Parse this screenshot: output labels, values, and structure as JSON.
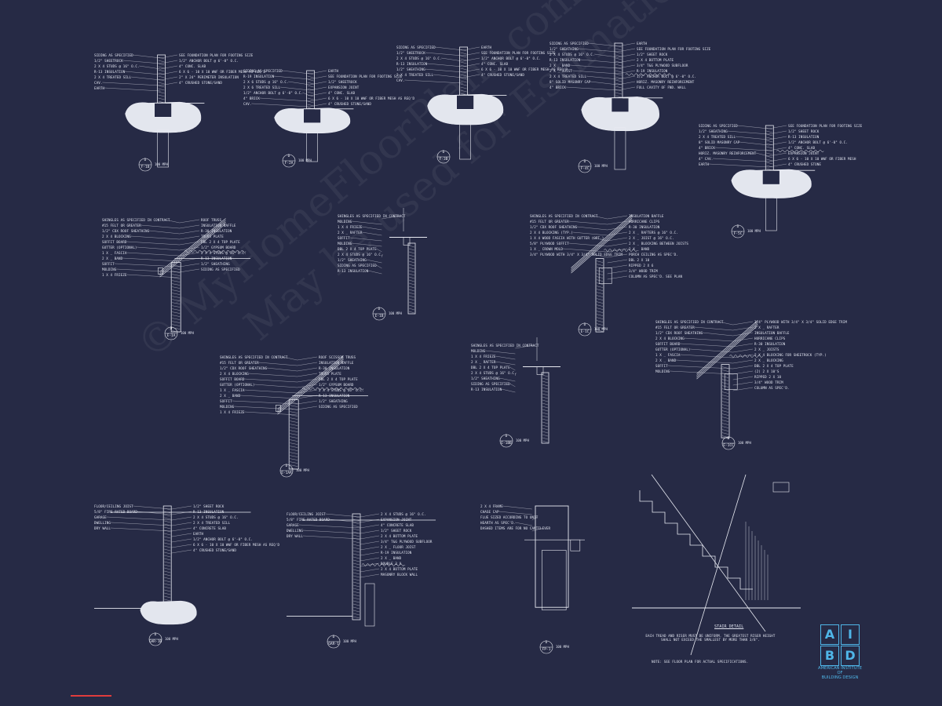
{
  "watermark": "© MyHomeFloorPlans.com — ILLEGAL to use for construction",
  "watermark_line2": "May be used for Estimations",
  "logo": {
    "letters": [
      "A",
      "I",
      "B",
      "D"
    ],
    "name_line1": "AMERICAN INSTITUTE",
    "name_line2": "OF",
    "name_line3": "BUILDING DESIGN"
  },
  "colors": {
    "background": "#262a45",
    "linework": "#e8eaf2",
    "logo": "#4fb6e8",
    "redline": "#e03c3c"
  },
  "details": [
    {
      "tag_top": "D",
      "tag_bottom": "F-1B",
      "scale": "100 MPH",
      "labels": [
        "SIDING AS SPECIFIED",
        "1/2\" SHEETROCK",
        "2 X 4 STUDS @ 16\" O.C.",
        "R-13 INSULATION",
        "2 X 4 TREATED SILL",
        "CAV.",
        "EARTH",
        "SEE FOUNDATION PLAN FOR FOOTING SIZE",
        "1/2\" ANCHOR BOLT @ 6'-0\" O.C.",
        "4\" CONC. SLAB",
        "6 X 6 - 10 X 10 WWF OR FIBER MESH AS REQ'D",
        "2\" X 24\" PERIMETER INSULATION",
        "4\" CRUSHED STONE/SAND"
      ]
    },
    {
      "tag_top": "D",
      "tag_bottom": "F-2A",
      "scale": "100 MPH",
      "labels": [
        "SIDING AS SPECIFIED",
        "R-19 INSULATION",
        "2 X 6 STUDS @ 16\" O.C.",
        "2 X 6 TREATED SILL",
        "1/2\" ANCHOR BOLT @ 6'-0\" O.C.",
        "4\" BRICK",
        "CAV.",
        "EARTH",
        "SEE FOUNDATION PLAN FOR FOOTING SIZE",
        "1/2\" SHEETROCK",
        "EXPANSION JOINT",
        "4\" CONC. SLAB",
        "6 X 6 - 10 X 10 WWF OR FIBER MESH AS REQ'D",
        "4\" CRUSHED STONE/SAND"
      ]
    },
    {
      "tag_top": "D",
      "tag_bottom": "F-3B",
      "scale": "",
      "labels": [
        "SIDING AS SPECIFIED",
        "1/2\" SHEETROCK",
        "2 X 4 STUDS @ 16\" O.C.",
        "R-13 INSULATION",
        "1/2\" SHEATHING",
        "2 X 4 TREATED SILL",
        "CAV.",
        "EARTH",
        "SEE FOUNDATION PLAN FOR FOOTING SIZE",
        "1/2\" ANCHOR BOLT @ 6'-0\" O.C.",
        "4\" CONC. SLAB",
        "6 X 6 - 10 X 10 WWF OR FIBER MESH AS REQ'D",
        "4\" CRUSHED STONE/SAND"
      ]
    },
    {
      "tag_top": "D",
      "tag_bottom": "F-4C",
      "scale": "100 MPH",
      "labels": [
        "SIDING AS SPECIFIED",
        "1/2\" SHEATHING",
        "2 X 4 STUDS @ 16\" O.C.",
        "R-13 INSULATION",
        "2 X _ BAND",
        "2 X _ JOIST",
        "2 X 4 TREATED SILL",
        "8\" SOLID MASONRY CAP",
        "4\" BRICK",
        "EARTH",
        "SEE FOUNDATION PLAN FOR FOOTING SIZE",
        "1/2\" SHEET ROCK",
        "2 X 4 BOTTOM PLATE",
        "3/4\" T&G PLYWOOD SUBFLOOR",
        "R-19 INSULATION",
        "1/2\" ANCHOR BOLT @ 6'-0\" O.C.",
        "HORIZ. MASONRY REINFORCEMENT",
        "FULL CAVITY OF FND. WALL"
      ]
    },
    {
      "tag_top": "D",
      "tag_bottom": "F-5C",
      "scale": "100 MPH",
      "labels": [
        "SIDING AS SPECIFIED",
        "1/2\" SHEATHING",
        "2 X 4 TREATED SILL",
        "8\" SOLID MASONRY CAP",
        "4\" BRICK",
        "HORIZ. MASONRY REINFORCEMENT",
        "4\" CAV.",
        "EARTH",
        "SEE FOUNDATION PLAN FOR FOOTING SIZE",
        "1/2\" SHEET ROCK",
        "R-13 INSULATION",
        "1/2\" ANCHOR BOLT @ 6'-0\" O.C.",
        "4\" CONC. SLAB",
        "EXPANSION JOINT",
        "6 X 6 - 10 X 10 WWF OR FIBER MESH",
        "4\" CRUSHED STONE"
      ]
    },
    {
      "tag_top": "D",
      "tag_bottom": "E-1A",
      "scale": "100 MPH",
      "labels": [
        "SHINGLES AS SPECIFIED IN CONTRACT",
        "#15 FELT OR GREATER",
        "1/2\" CDX ROOF SHEATHING",
        "2 X 4 BLOCKING",
        "SOFFIT BOARD",
        "GUTTER (OPTIONAL)",
        "1 X _ FASCIA",
        "2 X _ BAND",
        "SOFFIT",
        "MOLDING",
        "1 X 4 FRIEZE",
        "ROOF TRUSS",
        "INSULATION BAFFLE",
        "R-30 INSULATION",
        "TRUSS PLATE",
        "DBL 2 X 4 TOP PLATE",
        "1/2\" GYPSUM BOARD",
        "2 X 4 STUDS @ 16\" O.C.",
        "R-13 INSULATION",
        "1/2\" SHEATHING",
        "SIDING AS SPECIFIED"
      ]
    },
    {
      "tag_top": "D",
      "tag_bottom": "E-1B",
      "scale": "100 MPH",
      "labels": [
        "SHINGLES AS SPECIFIED IN CONTRACT",
        "MOLDING",
        "1 X 4 FRIEZE",
        "2 X _ RAFTER",
        "SOFFIT",
        "MOLDING",
        "DBL 2 X 4 TOP PLATE",
        "2 X 4 STUDS @ 16\" O.C.",
        "1/2\" SHEATHING",
        "SIDING AS SPECIFIED",
        "R-13 INSULATION"
      ]
    },
    {
      "tag_top": "D",
      "tag_bottom": "E-1C",
      "scale": "100 MPH",
      "labels": [
        "SHINGLES AS SPECIFIED IN CONTRACT",
        "#15 FELT OR GREATER",
        "1/2\" CDX ROOF SHEATHING",
        "2 X 4 BLOCKING (TYP.)",
        "1 X 4 WOOD FASCIA WITH GUTTER (OPT.)",
        "5/8\" PLYWOOD SOFFIT",
        "1 X _ CROWN MOLD",
        "3/4\" PLYWOOD WITH 3/4\" X 3/4\" SOLID EDGE TRIM",
        "INSULATION BAFFLE",
        "HURRICANE CLIPS",
        "R-30 INSULATION",
        "2 X _ RAFTERS @ 16\" O.C.",
        "2 X _ JOIST @ 16\" O.C.",
        "2 X _ BLOCKING BETWEEN JOISTS",
        "2 X _ BAND",
        "PORCH CEILING AS SPEC'D.",
        "DBL 2 X 10",
        "RIPPED 2 X 6",
        "3/4\" WOOD TRIM",
        "COLUMN AS SPEC'D. SEE PLAN"
      ]
    },
    {
      "tag_top": "D",
      "tag_bottom": "E-1AA",
      "scale": "100 MPH",
      "labels": [
        "SHINGLES AS SPECIFIED IN CONTRACT",
        "#15 FELT OR GREATER",
        "1/2\" CDX ROOF SHEATHING",
        "2 X 4 BLOCKING",
        "SOFFIT BOARD",
        "GUTTER (OPTIONAL)",
        "1 X _ FASCIA",
        "2 X _ BAND",
        "SOFFIT",
        "MOLDING",
        "1 X 4 FRIEZE",
        "ROOF SCISSOR TRUSS",
        "INSULATION BAFFLE",
        "R-30 INSULATION",
        "TRUSS PLATE",
        "DBL 2 X 4 TOP PLATE",
        "1/2\" GYPSUM BOARD",
        "2 X 4 STUDS @ 16\" O.C.",
        "R-13 INSULATION",
        "1/2\" SHEATHING",
        "SIDING AS SPECIFIED"
      ]
    },
    {
      "tag_top": "D",
      "tag_bottom": "E-1BB",
      "scale": "100 MPH",
      "labels": [
        "SHINGLES AS SPECIFIED IN CONTRACT",
        "MOLDING",
        "1 X 4 FRIEZE",
        "2 X _ RAFTER",
        "DBL 2 X 4 TOP PLATE",
        "2 X 4 STUDS @ 16\" O.C.",
        "1/2\" SHEATHING",
        "SIDING AS SPECIFIED",
        "R-13 INSULATION"
      ]
    },
    {
      "tag_top": "D",
      "tag_bottom": "E-1CC",
      "scale": "100 MPH",
      "labels": [
        "SHINGLES AS SPECIFIED IN CONTRACT",
        "#15 FELT OR GREATER",
        "1/2\" CDX ROOF SHEATHING",
        "2 X 4 BLOCKING",
        "SOFFIT BOARD",
        "GUTTER (OPTIONAL)",
        "1 X _ FASCIA",
        "2 X _ BAND",
        "SOFFIT",
        "MOLDING",
        "3/4\" PLYWOOD WITH 3/4\" X 3/4\" SOLID EDGE TRIM",
        "2 X _ RAFTER",
        "INSULATION BAFFLE",
        "HURRICANE CLIPS",
        "R-30 INSULATION",
        "2 X _ JOISTS",
        "2 X 4 BLOCKING FOR SHEETROCK (TYP.)",
        "2 X _ BLOCKING",
        "DBL 2 X 4 TOP PLATE",
        "(2) 2 X 10'S",
        "RIPPED 2 X 10",
        "3/4\" WOOD TRIM",
        "COLUMN AS SPEC'D."
      ]
    },
    {
      "tag_top": "D",
      "tag_bottom": "GAR-1B",
      "scale": "100 MPH",
      "labels": [
        "FLOOR/CEILING JOIST",
        "5/8\" FIRE RATED BOARD",
        "GARAGE",
        "DWELLING",
        "DRY WALL",
        "1/2\" SHEET ROCK",
        "R-13 INSULATION",
        "2 X 4 STUDS @ 16\" O.C.",
        "2 X 4 TREATED SILL",
        "4\" CONCRETE SLAB",
        "EARTH",
        "1/2\" ANCHOR BOLT @ 6'-0\" O.C.",
        "6 X 6 - 10 X 10 WWF OR FIBER MESH AS REQ'D",
        "4\" CRUSHED STONE/SAND"
      ]
    },
    {
      "tag_top": "D",
      "tag_bottom": "GAR-1",
      "scale": "100 MPH",
      "labels": [
        "FLOOR/CEILING JOIST",
        "5/8\" FIRE RATED BOARD",
        "GARAGE",
        "DWELLING",
        "DRY WALL",
        "2 X 4 STUDS @ 16\" O.C.",
        "EXPANSION JOINT",
        "4\" CONCRETE SLAB",
        "1/2\" SHEET ROCK",
        "2 X 4 BOTTOM PLATE",
        "3/4\" T&G PLYWOOD SUBFLOOR",
        "2 X _ FLOOR JOIST",
        "R-19 INSULATION",
        "2 X _ BAND",
        "DOUBLE 2 X _",
        "2 X 4 BOTTOM PLATE",
        "MASONRY BLOCK WALL"
      ]
    },
    {
      "tag_top": "D",
      "tag_bottom": "FP-1",
      "scale": "100 MPH",
      "labels": [
        "2 X 4 FRAME",
        "CHASE CAP",
        "FLUE SIZED ACCORDING TO UNIT",
        "HEARTH AS SPEC'D.",
        "DASHED ITEMS ARE FOR NO CANTILEVER"
      ]
    },
    {
      "tag_top": "",
      "tag_bottom": "",
      "scale": "",
      "labels": [
        "STAIR DETAIL",
        "EACH TREAD AND RISER MUST BE UNIFORM. THE GREATEST RISER HEIGHT SHALL NOT EXCEED THE SMALLEST BY MORE THAN 3/8\".",
        "NOTE: SEE FLOOR PLAN FOR ACTUAL SPECIFICATIONS."
      ]
    }
  ]
}
